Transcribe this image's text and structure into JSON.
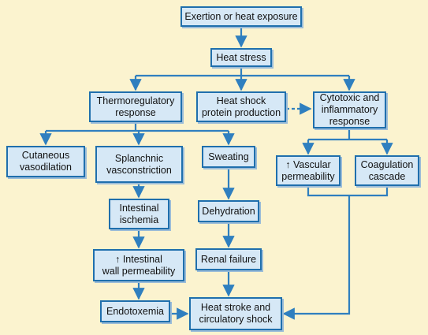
{
  "nodes": {
    "exertion": "Exertion or heat exposure",
    "heat_stress": "Heat stress",
    "thermoregulatory": "Thermoregulatory\nresponse",
    "heat_shock": "Heat shock\nprotein production",
    "cytotoxic": "Cytotoxic and\ninflammatory\nresponse",
    "cutaneous": "Cutaneous\nvasodilation",
    "splanchnic": "Splanchnic\nvasconstriction",
    "sweating": "Sweating",
    "vascular": "↑ Vascular\npermeability",
    "coagulation": "Coagulation\ncascade",
    "intestinal_ischemia": "Intestinal\nischemia",
    "dehydration": "Dehydration",
    "intestinal_wall": "↑ Intestinal\nwall permeability",
    "renal_failure": "Renal failure",
    "endotoxemia": "Endotoxemia",
    "heat_stroke": "Heat stroke and\ncirculatory shock"
  },
  "colors": {
    "background": "#fbf3cf",
    "box_fill": "#d6e8f6",
    "box_border": "#1f6fad",
    "arrow": "#2f7fbf"
  }
}
